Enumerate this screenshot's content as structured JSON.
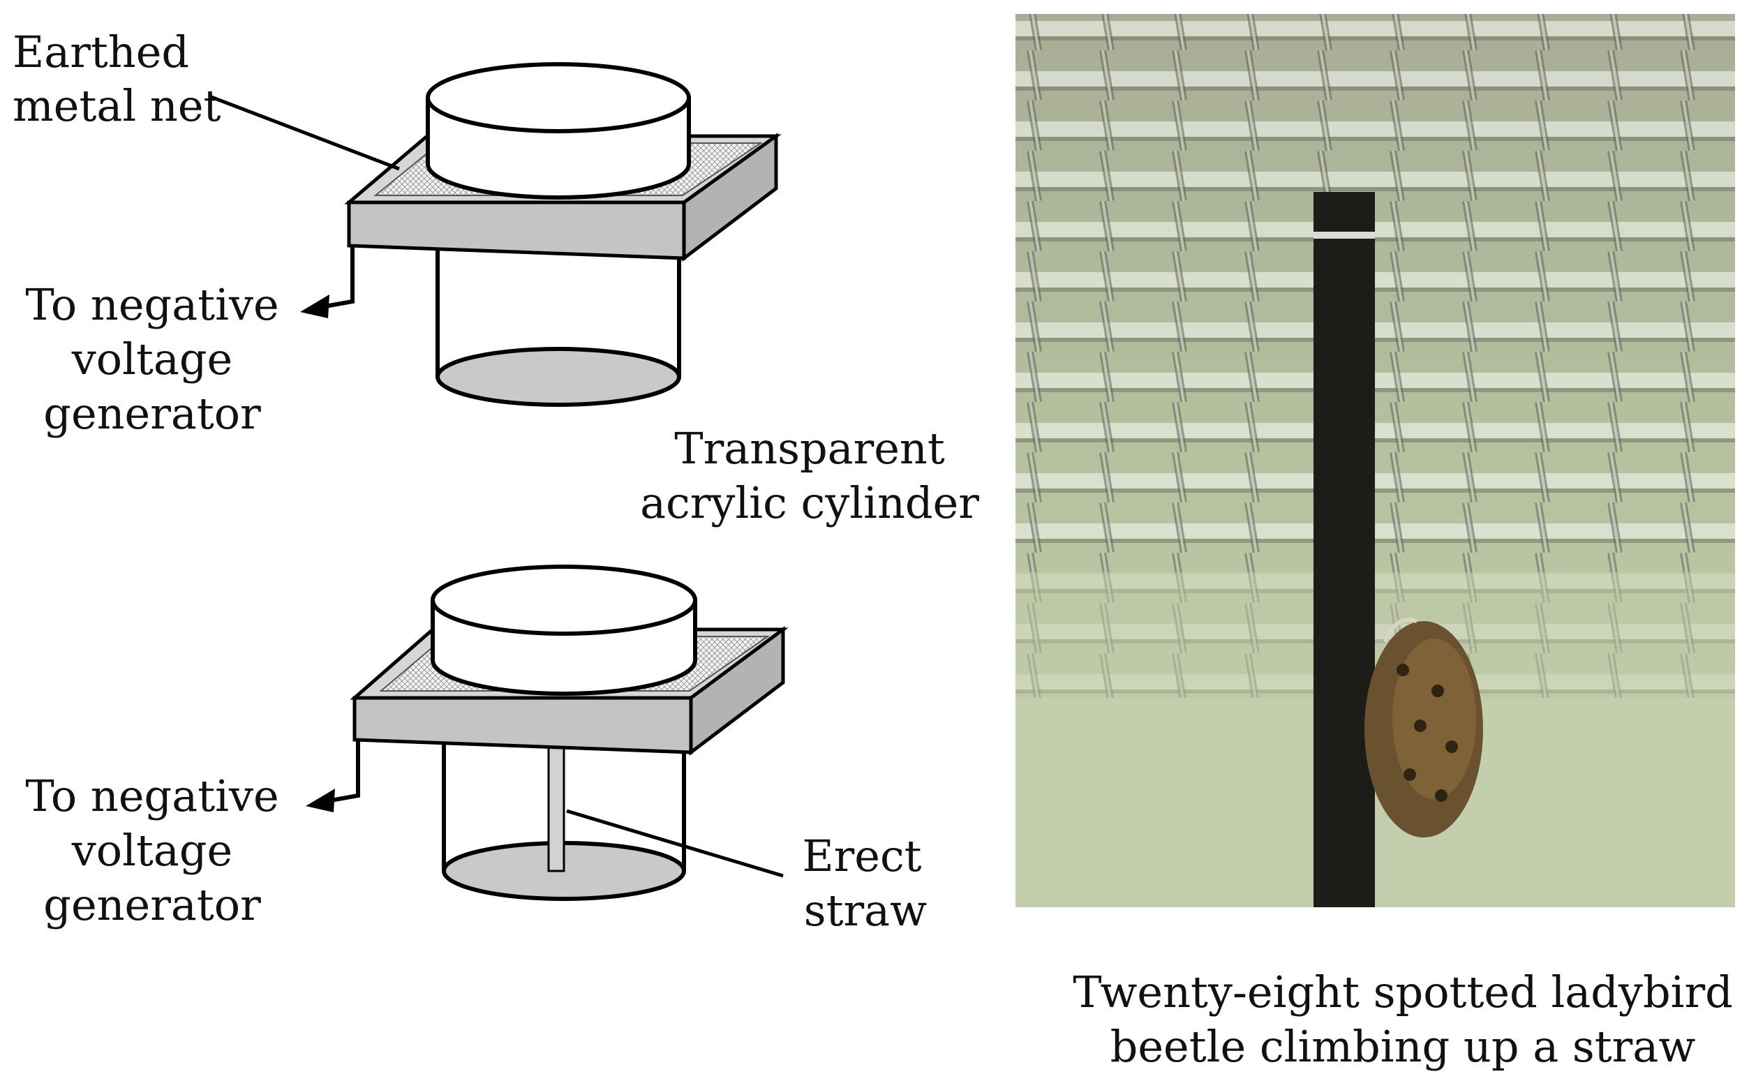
{
  "labels": {
    "earthed_net_line1": "Earthed",
    "earthed_net_line2": "metal net",
    "neg_voltage_top": [
      "To negative",
      "voltage",
      "generator"
    ],
    "cylinder_line1": "Transparent",
    "cylinder_line2": "acrylic cylinder",
    "neg_voltage_bottom": [
      "To negative",
      "voltage",
      "generator"
    ],
    "straw_line1": "Erect",
    "straw_line2": "straw",
    "photo_caption_line1": "Twenty-eight spotted ladybird",
    "photo_caption_line2": "beetle climbing up a straw"
  },
  "colors": {
    "platform_gray": "#c8c8c8",
    "cylinder_base_gray": "#c9c9c9",
    "outline": "#000000",
    "photo_bg": "#b9c7a0",
    "straw": "#1b1d18",
    "beetle": "#6a5230"
  }
}
